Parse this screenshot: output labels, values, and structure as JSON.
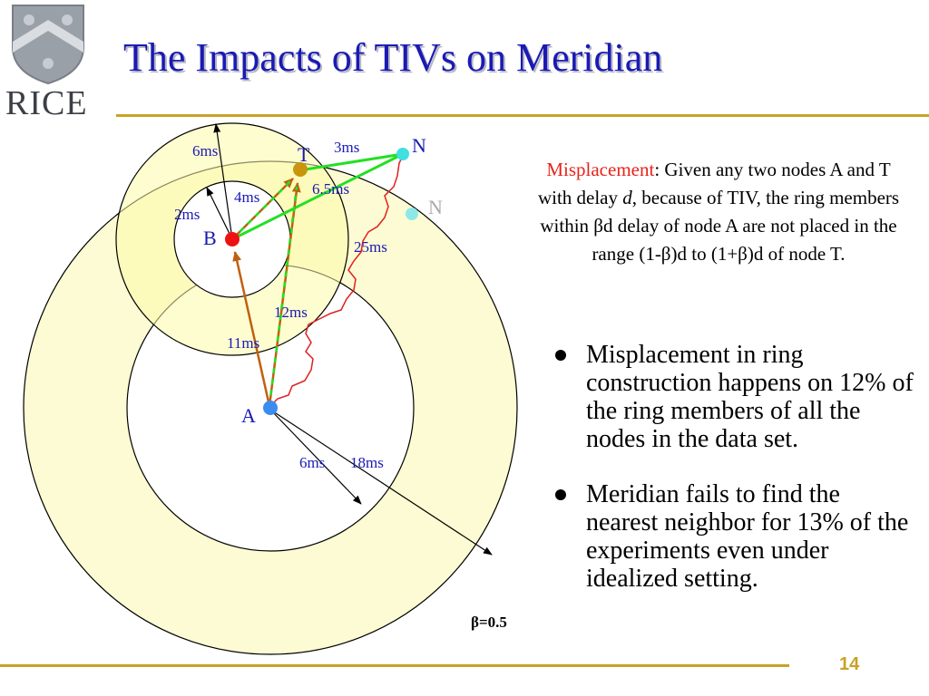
{
  "header": {
    "logo_text": "RICE",
    "title": "The Impacts of TIVs on Meridian"
  },
  "diagram": {
    "nodes": {
      "A": "A",
      "B": "B",
      "T": "T",
      "N": "N",
      "N2": "N"
    },
    "labels": {
      "six_ms_top": "6ms",
      "three_ms": "3ms",
      "six_five_ms": "6.5ms",
      "four_ms": "4ms",
      "two_ms": "2ms",
      "twenty_five_ms": "25ms",
      "twelve_ms": "12ms",
      "eleven_ms": "11ms",
      "six_ms_bottom": "6ms",
      "eighteen_ms": "18ms",
      "beta": "β=0.5"
    },
    "colors": {
      "ring_fill": "#fdfbd3",
      "inner_ring_fill": "#fdfbaa",
      "green_line": "#22e022",
      "brown_line": "#c0600f",
      "wavy_red": "#e02020",
      "label_blue": "#1a1ab4",
      "node_A": "#3b8cf0",
      "node_B": "#ee1111",
      "node_T": "#c8960c",
      "node_N": "#3fe0e0"
    }
  },
  "definition": {
    "term": "Misplacement",
    "text_1": ": Given any two nodes A and T with delay ",
    "d": "d",
    "text_2": ", because of TIV, the ring members within βd delay of node A are not placed in the range (1-β)d to (1+β)d of node T."
  },
  "bullets": [
    "Misplacement in ring construction happens on 12% of the ring members of all the nodes in the data set.",
    "Meridian fails to find the nearest neighbor for 13% of the experiments even under idealized setting."
  ],
  "footer": {
    "page_number": "14"
  }
}
